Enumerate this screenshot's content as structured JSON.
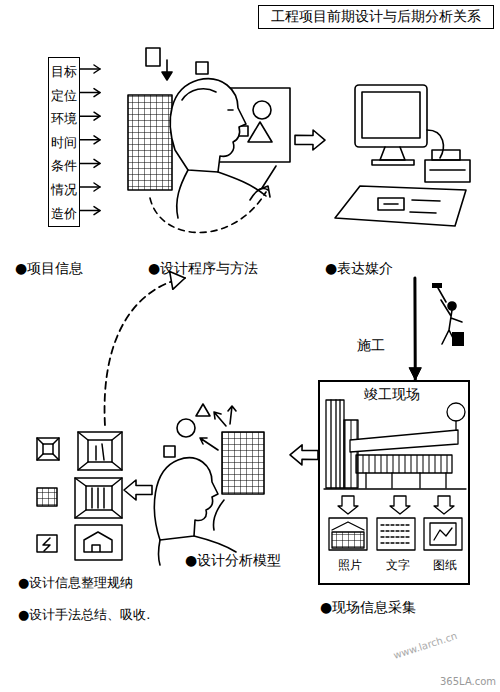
{
  "diagram": {
    "title": "工程项目前期设计与后期分析关系",
    "nodes": [
      {
        "text": [
          "目标",
          "定位",
          "环境",
          "时间",
          "条件",
          "情况",
          "造价"
        ]
      },
      {
        "text": [
          "●设计程序与方法"
        ]
      },
      {
        "text": [
          "●表达媒介"
        ]
      },
      {
        "text": [
          "竣工现场",
          "●现场信息采集"
        ]
      },
      {
        "text": [
          "照片"
        ],
        "in": 3
      },
      {
        "text": [
          "文字"
        ],
        "in": 3
      },
      {
        "text": [
          "图纸"
        ],
        "in": 3
      },
      {
        "text": [
          "●设计分析模型"
        ]
      },
      {
        "text": [
          "●设计信息整理规纳",
          "●设计手法总结、吸收."
        ]
      }
    ],
    "edges": [
      {
        "from": 0,
        "to": 1,
        "arrow": "to"
      },
      {
        "from": 1,
        "to": 2,
        "arrow": "to"
      },
      {
        "from": 2,
        "to": 3,
        "label": "施工",
        "arrow": "to"
      },
      {
        "from": 3,
        "to": 7,
        "arrow": "to"
      },
      {
        "from": 7,
        "to": 8,
        "arrow": "to"
      },
      {
        "from": 8,
        "to": 1,
        "arrow": "to"
      }
    ],
    "labels": [
      "●项目信息",
      "www.larch.cn",
      "365LA.com"
    ]
  }
}
